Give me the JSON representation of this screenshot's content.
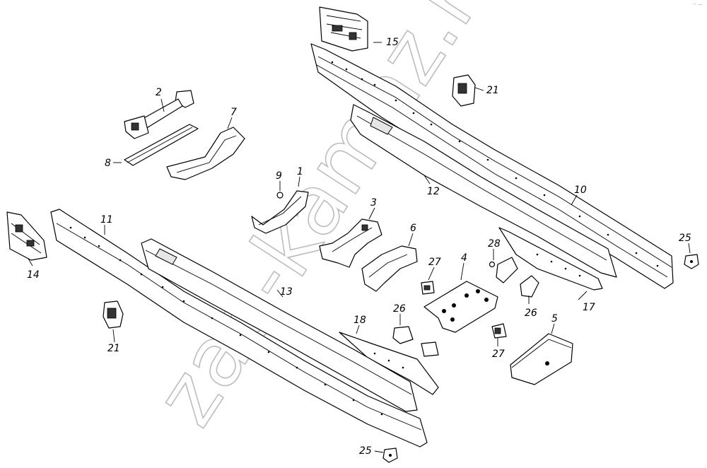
{
  "watermark": "zao-kamaz.ru",
  "corner_mark": "·· —",
  "callouts": [
    {
      "id": "c1",
      "label": "1"
    },
    {
      "id": "c2",
      "label": "2"
    },
    {
      "id": "c3",
      "label": "3"
    },
    {
      "id": "c4",
      "label": "4"
    },
    {
      "id": "c5",
      "label": "5"
    },
    {
      "id": "c6",
      "label": "6"
    },
    {
      "id": "c7",
      "label": "7"
    },
    {
      "id": "c8",
      "label": "8"
    },
    {
      "id": "c9",
      "label": "9"
    },
    {
      "id": "c10",
      "label": "10"
    },
    {
      "id": "c11",
      "label": "11"
    },
    {
      "id": "c12",
      "label": "12"
    },
    {
      "id": "c13",
      "label": "13"
    },
    {
      "id": "c14",
      "label": "14"
    },
    {
      "id": "c15",
      "label": "15"
    },
    {
      "id": "c17",
      "label": "17"
    },
    {
      "id": "c18",
      "label": "18"
    },
    {
      "id": "c21a",
      "label": "21"
    },
    {
      "id": "c21b",
      "label": "21"
    },
    {
      "id": "c25a",
      "label": "25"
    },
    {
      "id": "c25b",
      "label": "25"
    },
    {
      "id": "c26a",
      "label": "26"
    },
    {
      "id": "c26b",
      "label": "26"
    },
    {
      "id": "c27a",
      "label": "27"
    },
    {
      "id": "c27b",
      "label": "27"
    },
    {
      "id": "c28",
      "label": "28"
    }
  ]
}
